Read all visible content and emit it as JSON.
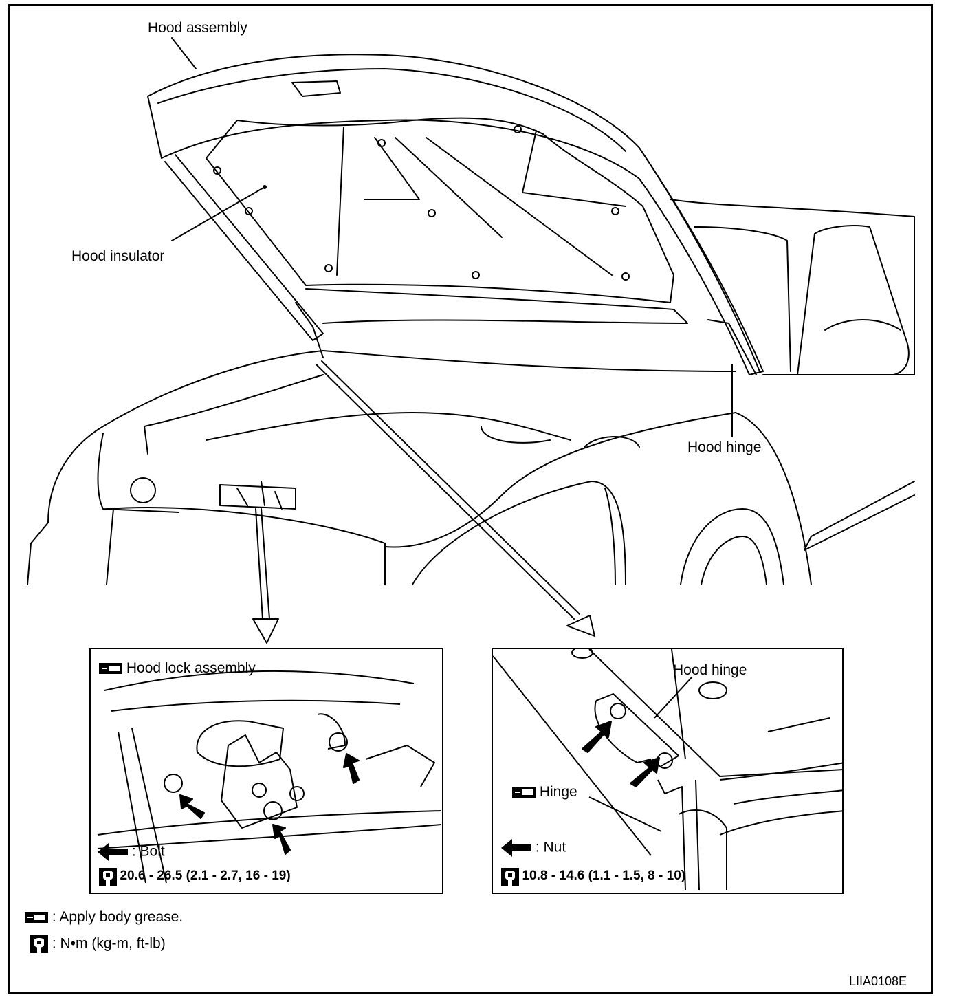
{
  "labels": {
    "hood_assembly": "Hood assembly",
    "hood_insulator": "Hood insulator",
    "hood_hinge_main": "Hood hinge"
  },
  "inset_left": {
    "title": "Hood lock assembly",
    "arrow_label": ": Bolt",
    "torque": "20.6 - 26.5 (2.1 - 2.7, 16 - 19)"
  },
  "inset_right": {
    "title": "Hood hinge",
    "grease_label": "Hinge",
    "arrow_label": ": Nut",
    "torque": "10.8 - 14.6 (1.1 - 1.5, 8 - 10)"
  },
  "legend": {
    "grease": ": Apply body grease.",
    "torque_units": ":  N•m  (kg-m,  ft-lb)"
  },
  "figure_id": "LIIA0108E",
  "icons": {
    "grease": "grease-icon",
    "wrench": "wrench-icon",
    "arrow": "arrow-left-icon"
  }
}
